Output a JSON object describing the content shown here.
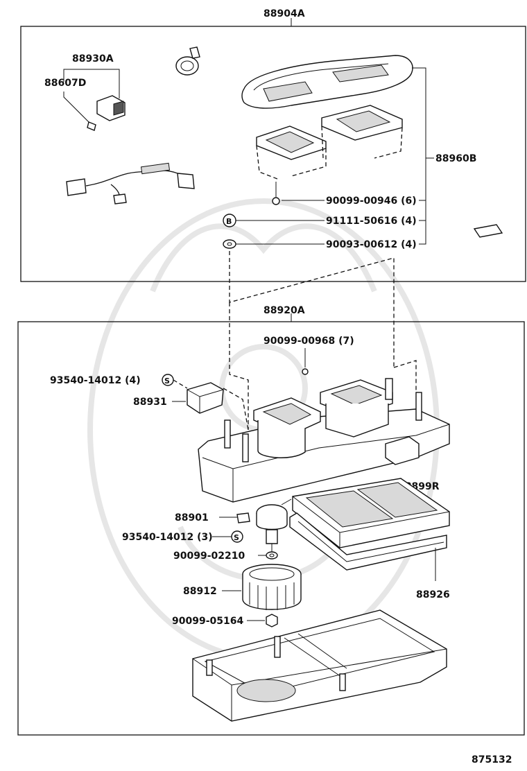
{
  "labels": {
    "top_assembly": "88904A",
    "switch_assy": "88930A",
    "wire": "88607D",
    "cover_set": "88960B",
    "screw_top": "90099-00946 (6)",
    "bolt": "91111-50616 (4)",
    "washer": "90093-00612 (4)",
    "bottom_assembly": "88920A",
    "screw_mid": "90099-00968 (7)",
    "screw_s1": "93540-14012 (4)",
    "relay": "88931",
    "filter": "88899R",
    "motor": "88901",
    "screw_s2": "93540-14012 (3)",
    "washer2": "90099-02210",
    "fan": "88912",
    "frame": "88926",
    "nut": "90099-05164",
    "diagram_number": "875132"
  },
  "icons": {
    "circled_b": "B",
    "circled_s": "S"
  }
}
